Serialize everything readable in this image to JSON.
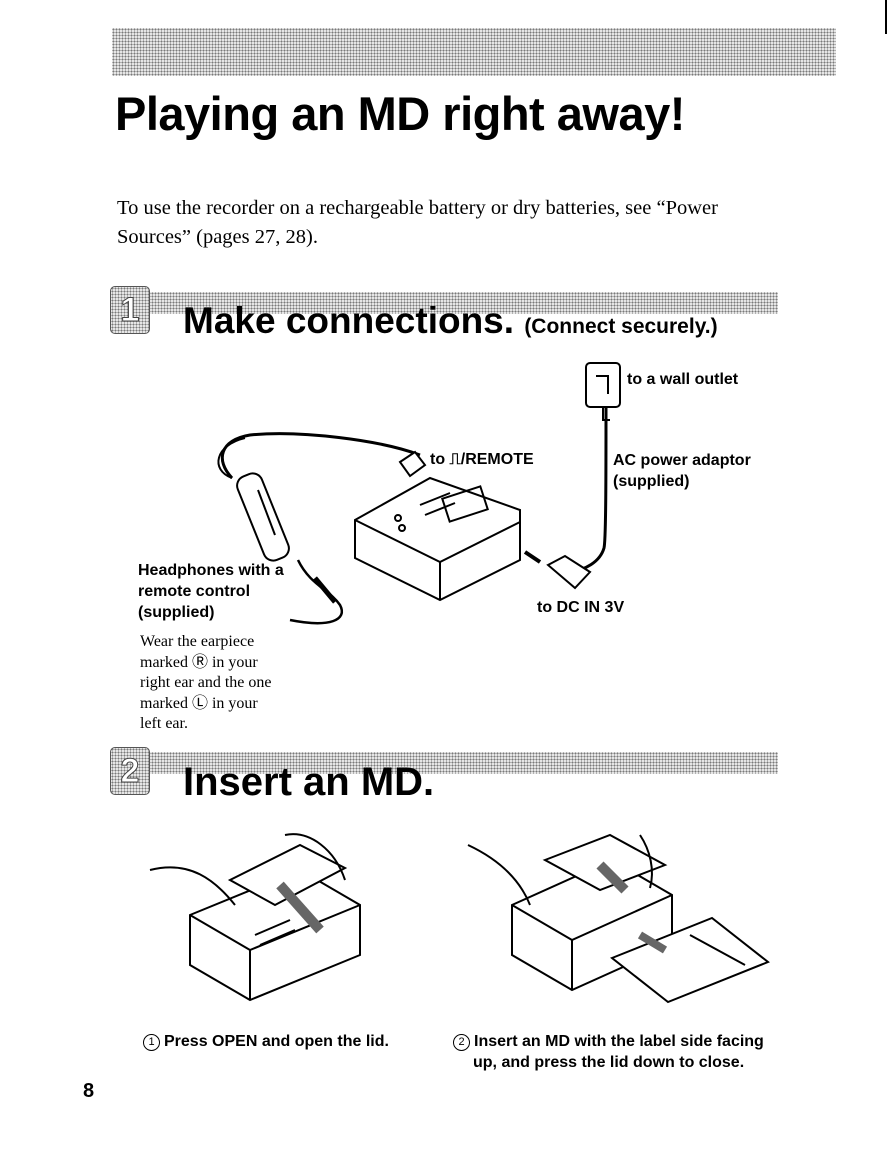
{
  "page": {
    "title": "Playing an MD right away!",
    "intro": "To use the recorder on a rechargeable battery or dry batteries, see “Power Sources” (pages 27, 28).",
    "page_number": "8"
  },
  "step1": {
    "number": "1",
    "title": "Make connections.",
    "subtitle": "(Connect securely.)",
    "labels": {
      "wall_outlet": "to a wall outlet",
      "remote": "to ⎍/REMOTE",
      "ac_adaptor_line1": "AC power adaptor",
      "ac_adaptor_line2": "(supplied)",
      "headphones_line1": "Headphones with a",
      "headphones_line2": "remote control",
      "headphones_line3": "(supplied)",
      "dc_in": "to DC IN 3V"
    },
    "note_lines": [
      "Wear the earpiece",
      "marked Ⓡ in your",
      "right ear and the one",
      "marked Ⓛ in your",
      "left ear."
    ]
  },
  "step2": {
    "number": "2",
    "title": "Insert an MD.",
    "captions": {
      "c1_num": "1",
      "c1_text": "Press OPEN and open the lid.",
      "c2_num": "2",
      "c2_line1": "Insert an MD with the label side facing",
      "c2_line2": "up, and press the lid down to close."
    }
  }
}
